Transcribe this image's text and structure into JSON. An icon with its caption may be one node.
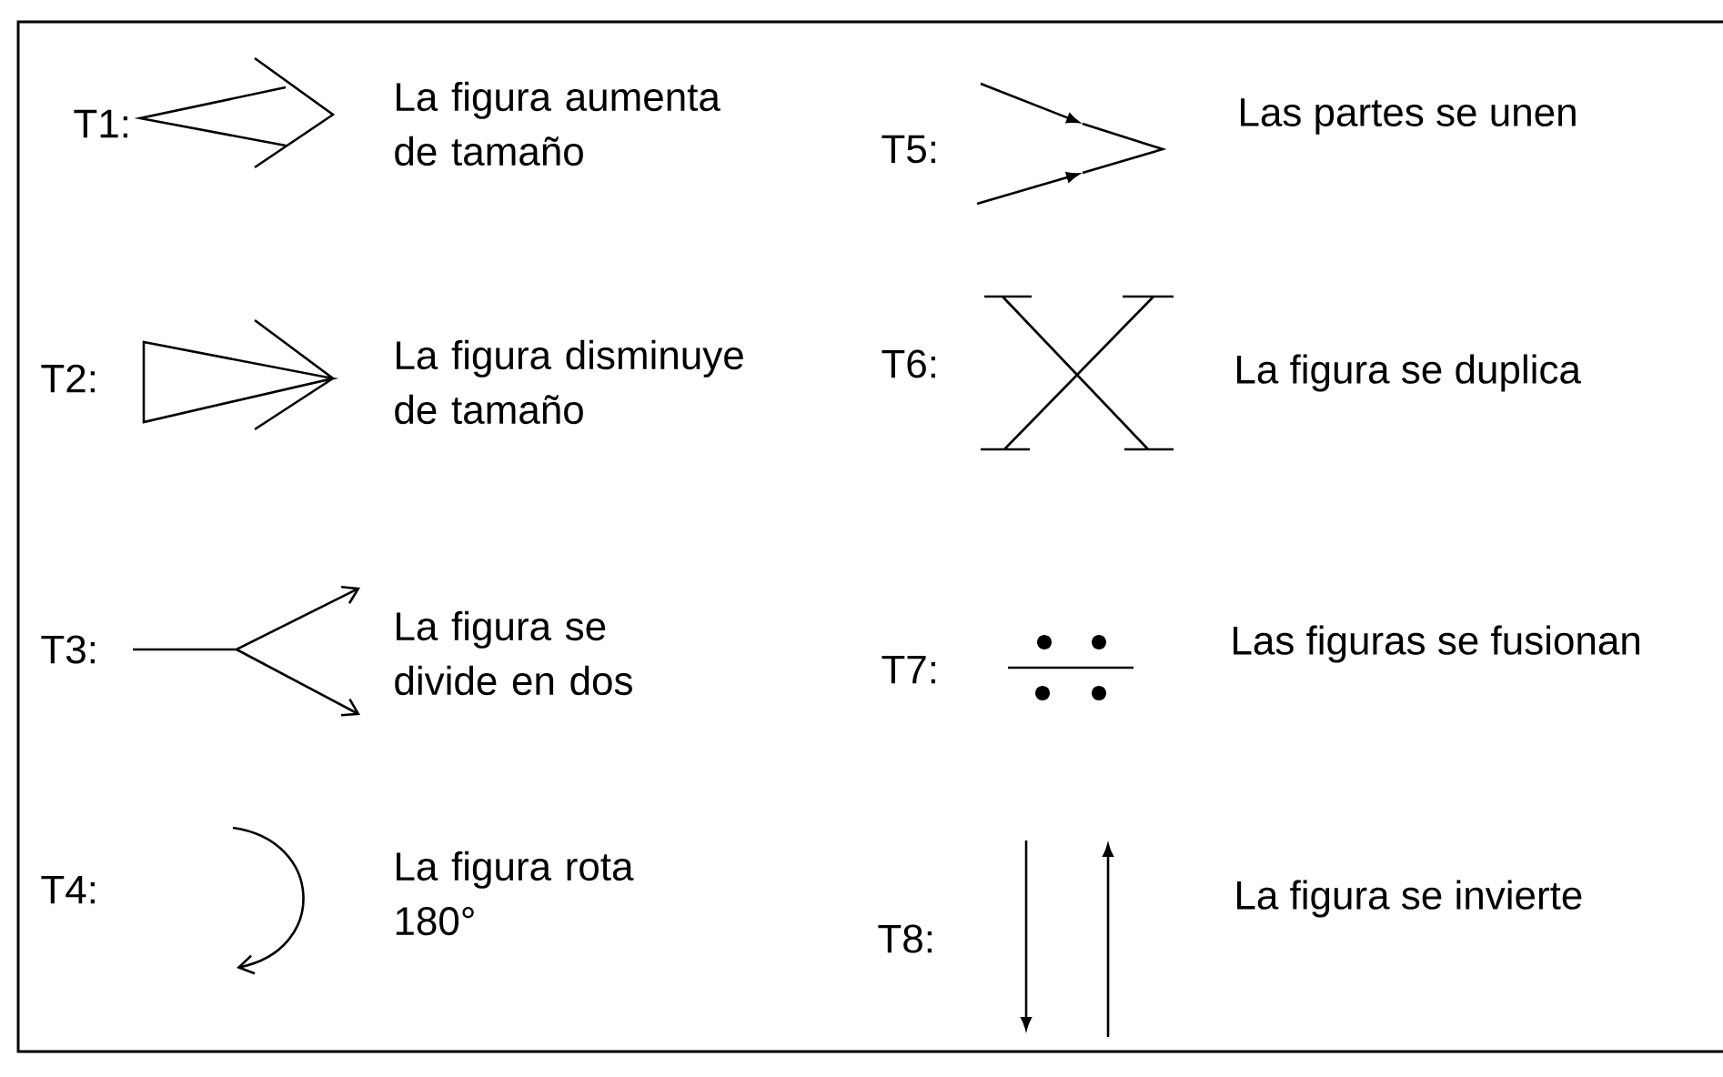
{
  "diagram": {
    "labels": [
      "T1:",
      "La figura aumenta de tamaño",
      "T5:",
      "Las partes se unen",
      "T2:",
      "La figura disminuye de tamaño",
      "T6:",
      "La figura se duplica",
      "T3:",
      "La figura se divide en dos",
      "T7:",
      "Las figuras se fusionan",
      "T4:",
      "La figura rota 180°",
      "T8:",
      "La figura se invierte"
    ]
  }
}
